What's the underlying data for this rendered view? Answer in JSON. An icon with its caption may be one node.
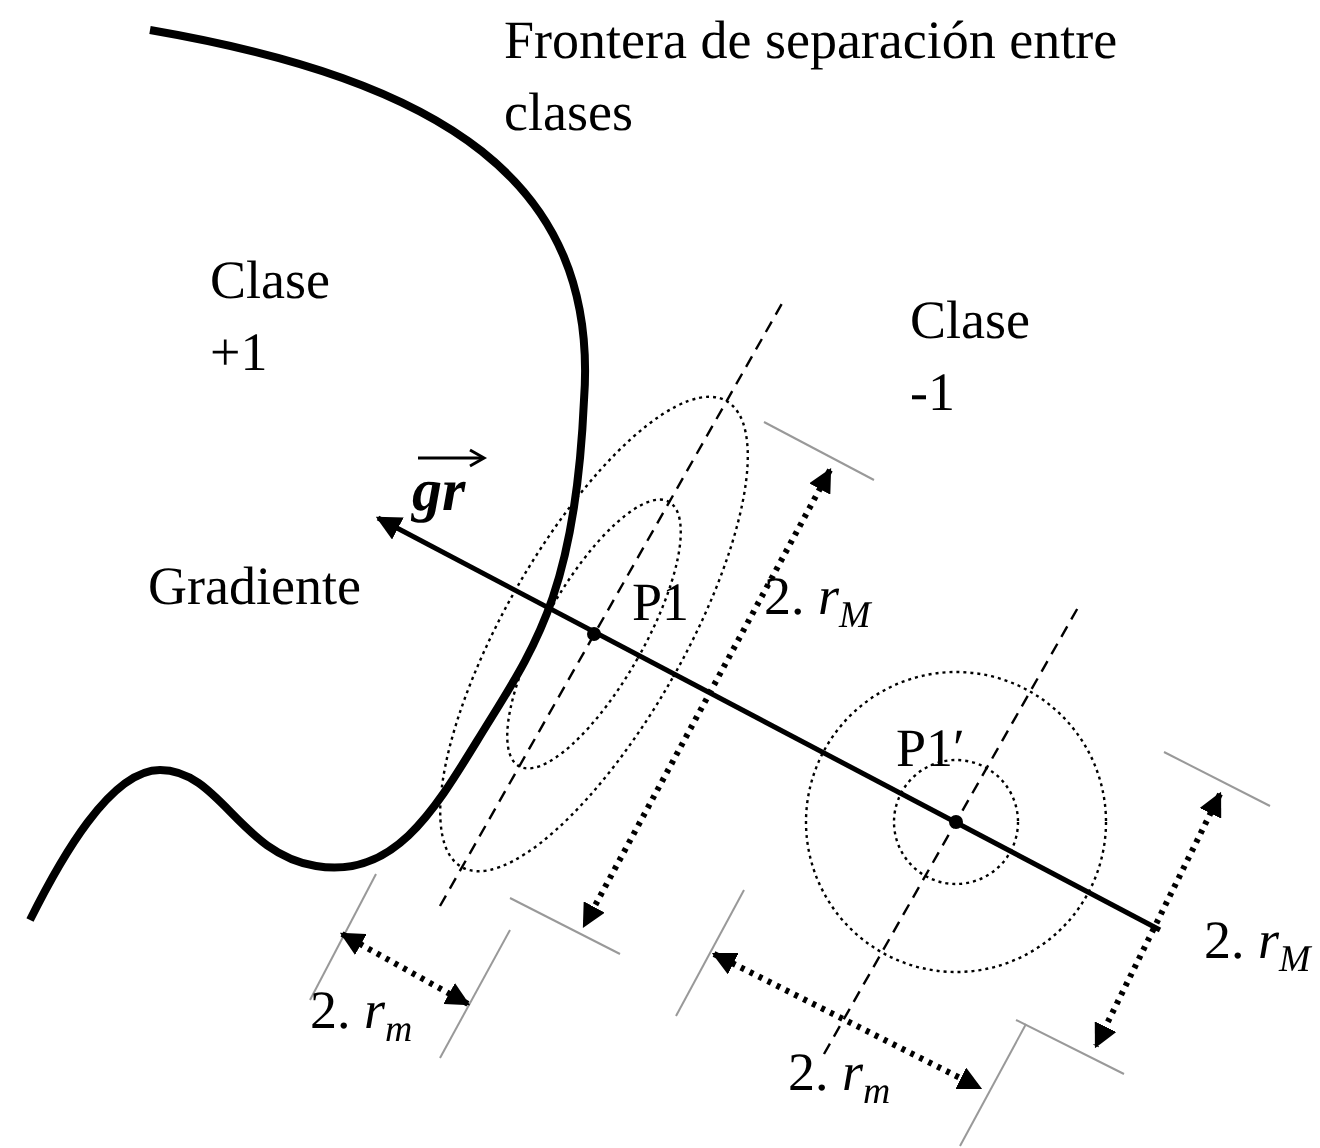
{
  "diagram": {
    "labels": [
      "Frontera de separación entre clases",
      "Clase +1",
      "Clase -1",
      "gr",
      "2. *r*$_{M}$",
      "Gradiente",
      "P1",
      "P1′",
      "2. *r*$_{M}$",
      "2. *r*$_{m}$",
      "2. *r*$_{m}$"
    ]
  }
}
